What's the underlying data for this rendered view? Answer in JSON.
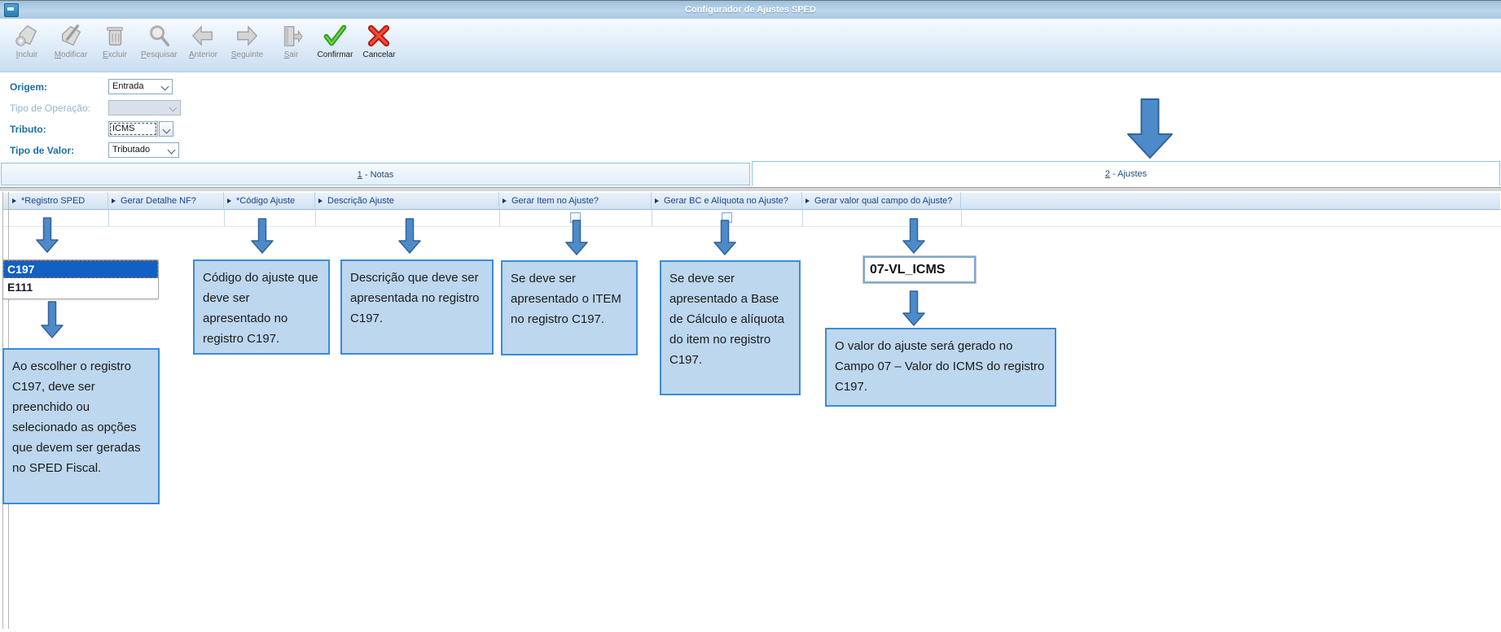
{
  "window": {
    "title": "Configurador de Ajustes SPED"
  },
  "toolbar": {
    "buttons": [
      {
        "label": "Incluir",
        "icon": "tag-plus-icon",
        "enabled": false
      },
      {
        "label": "Modificar",
        "icon": "tag-pencil-icon",
        "enabled": false
      },
      {
        "label": "Excluir",
        "icon": "trash-icon",
        "enabled": false
      },
      {
        "label": "Pesquisar",
        "icon": "magnifier-icon",
        "enabled": false
      },
      {
        "label": "Anterior",
        "icon": "arrow-left-icon",
        "enabled": false
      },
      {
        "label": "Seguinte",
        "icon": "arrow-right-icon",
        "enabled": false
      },
      {
        "label": "Sair",
        "icon": "door-icon",
        "enabled": false
      },
      {
        "label": "Confirmar",
        "icon": "check-icon",
        "enabled": true
      },
      {
        "label": "Cancelar",
        "icon": "cross-icon",
        "enabled": true
      }
    ]
  },
  "form": {
    "fields": [
      {
        "label": "Origem:",
        "value": "Entrada",
        "disabled": false
      },
      {
        "label": "Tipo de Operação:",
        "value": "",
        "disabled": true
      },
      {
        "label": "Tributo:",
        "value": "ICMS",
        "disabled": false
      },
      {
        "label": "Tipo de Valor:",
        "value": "Tributado",
        "disabled": false
      }
    ]
  },
  "tabs": [
    {
      "label": "1 - Notas",
      "active": false
    },
    {
      "label": "2 - Ajustes",
      "active": true
    }
  ],
  "grid": {
    "columns": [
      {
        "label": "*Registro SPED"
      },
      {
        "label": "Gerar Detalhe NF?"
      },
      {
        "label": "*Código Ajuste"
      },
      {
        "label": "Descrição Ajuste"
      },
      {
        "label": "Gerar Item no Ajuste?",
        "checkbox": true
      },
      {
        "label": "Gerar BC e Alíquota no Ajuste?",
        "checkbox": true
      },
      {
        "label": "Gerar valor qual campo do Ajuste?"
      }
    ]
  },
  "annotations": {
    "registro_listbox": {
      "items": [
        {
          "label": "C197",
          "selected": true
        },
        {
          "label": "E111",
          "selected": false
        }
      ]
    },
    "campo_value": "07-VL_ICMS",
    "callouts": [
      {
        "text": "Ao escolher o registro C197, deve ser preenchido ou selecionado as opções que devem ser geradas no SPED Fiscal."
      },
      {
        "text": "Código do ajuste que deve ser apresentado no registro C197."
      },
      {
        "text": "Descrição que deve ser apresentada no registro C197."
      },
      {
        "text": "Se deve ser apresentado o ITEM no registro C197."
      },
      {
        "text": "Se deve ser apresentado a Base de Cálculo e alíquota do item no registro C197."
      },
      {
        "text": "O valor do ajuste será gerado no Campo 07 – Valor do ICMS do registro C197."
      }
    ]
  },
  "colors": {
    "accent_arrow": "#4e8ac8",
    "callout_fill": "#bdd7ee",
    "callout_border": "#3b8bd8",
    "selection_blue": "#1160c4",
    "header_text": "#15428b"
  }
}
